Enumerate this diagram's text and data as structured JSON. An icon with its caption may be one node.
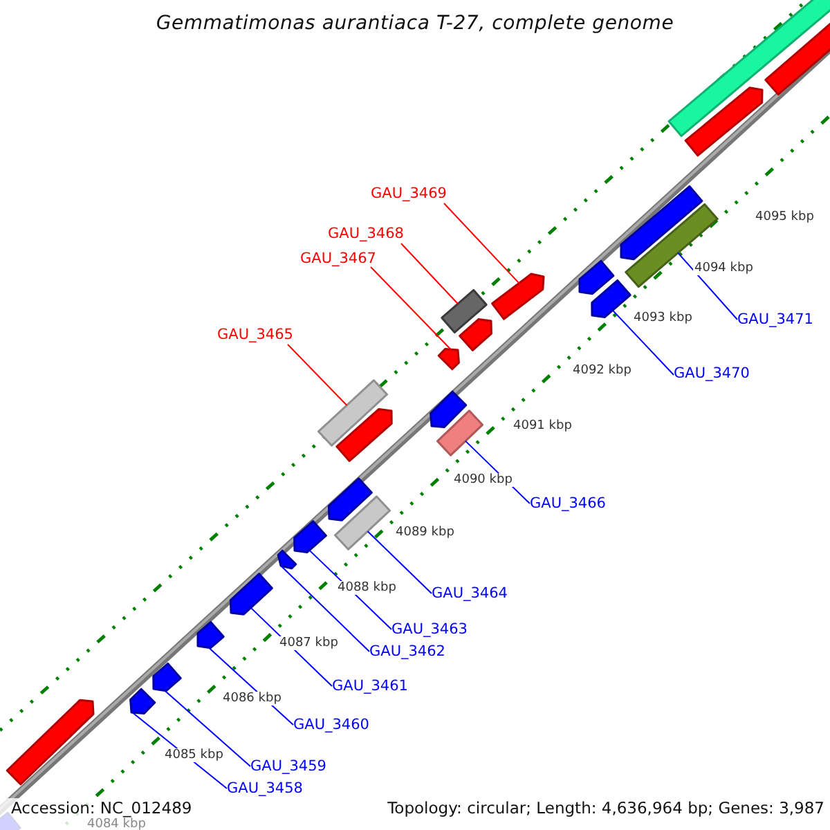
{
  "diagram": {
    "title": "Gemmatimonas aurantiaca T-27, complete genome",
    "nodes": [
      {
        "text": [
          "GAU_3469"
        ]
      },
      {
        "text": [
          "GAU_3468"
        ]
      },
      {
        "text": [
          "GAU_3467"
        ]
      },
      {
        "text": [
          "GAU_3471"
        ]
      },
      {
        "text": [
          "GAU_3465"
        ]
      },
      {
        "text": [
          "GAU_3470"
        ]
      },
      {
        "text": [
          "GAU_3466"
        ]
      },
      {
        "text": [
          "GAU_3464"
        ]
      },
      {
        "text": [
          "GAU_3463"
        ]
      },
      {
        "text": [
          "GAU_3462"
        ]
      },
      {
        "text": [
          "GAU_3461"
        ]
      },
      {
        "text": [
          "GAU_3460"
        ]
      },
      {
        "text": [
          "GAU_3459"
        ]
      },
      {
        "text": [
          "GAU_3458"
        ]
      },
      {
        "text": [],
        "shape": "arrow"
      },
      {
        "text": [],
        "shape": "arrow"
      },
      {
        "text": [],
        "shape": "arrow"
      },
      {
        "text": [],
        "shape": "arrow"
      },
      {
        "text": [],
        "shape": "arrow"
      },
      {
        "text": [],
        "shape": "arrow"
      },
      {
        "text": [],
        "shape": "arrow"
      },
      {
        "text": [],
        "shape": "arrow"
      },
      {
        "text": [],
        "shape": "box"
      },
      {
        "text": [],
        "shape": "arrow"
      },
      {
        "text": [],
        "shape": "box"
      },
      {
        "text": [],
        "shape": "arrow"
      },
      {
        "text": [],
        "shape": "arrow"
      },
      {
        "text": [],
        "shape": "box"
      },
      {
        "text": [],
        "shape": "arrow"
      },
      {
        "text": [],
        "shape": "box"
      },
      {
        "text": [],
        "shape": "arrow"
      },
      {
        "text": [],
        "shape": "arrow"
      },
      {
        "text": [],
        "shape": "arrow"
      },
      {
        "text": [],
        "shape": "arrow"
      },
      {
        "text": [],
        "shape": "arrow"
      },
      {
        "text": [],
        "shape": "box"
      },
      {
        "text": [],
        "shape": "box"
      },
      {
        "text": [],
        "shape": "arrow"
      },
      {
        "text": [],
        "shape": "arrow"
      }
    ],
    "edges": [
      {
        "from": 0,
        "to": 31,
        "arrow": "none",
        "color": "#ff0000"
      },
      {
        "from": 1,
        "to": 29,
        "arrow": "none",
        "color": "#ff0000"
      },
      {
        "from": 2,
        "to": 28,
        "arrow": "none",
        "color": "#ff0000"
      },
      {
        "from": 3,
        "to": 35,
        "arrow": "none"
      },
      {
        "from": 4,
        "to": 22,
        "arrow": "none",
        "color": "#ff0000"
      },
      {
        "from": 5,
        "to": 33,
        "arrow": "none"
      },
      {
        "from": 6,
        "to": 27,
        "arrow": "none"
      },
      {
        "from": 7,
        "to": 24,
        "arrow": "none"
      },
      {
        "from": 8,
        "to": 21,
        "arrow": "none"
      },
      {
        "from": 9,
        "to": 20,
        "arrow": "none"
      },
      {
        "from": 10,
        "to": 19,
        "arrow": "none"
      },
      {
        "from": 11,
        "to": 18,
        "arrow": "none"
      },
      {
        "from": 12,
        "to": 17,
        "arrow": "none"
      },
      {
        "from": 13,
        "to": 16,
        "arrow": "none"
      }
    ],
    "labels": [
      "4095 kbp",
      "4094 kbp",
      "4093 kbp",
      "4092 kbp",
      "4091 kbp",
      "4090 kbp",
      "4089 kbp",
      "4088 kbp",
      "4087 kbp",
      "4086 kbp",
      "4085 kbp",
      "Accession: NC_012489",
      "4084 kbp",
      "Topology: circular; Length: 4,636,964 bp; Genes: 3,987"
    ]
  }
}
